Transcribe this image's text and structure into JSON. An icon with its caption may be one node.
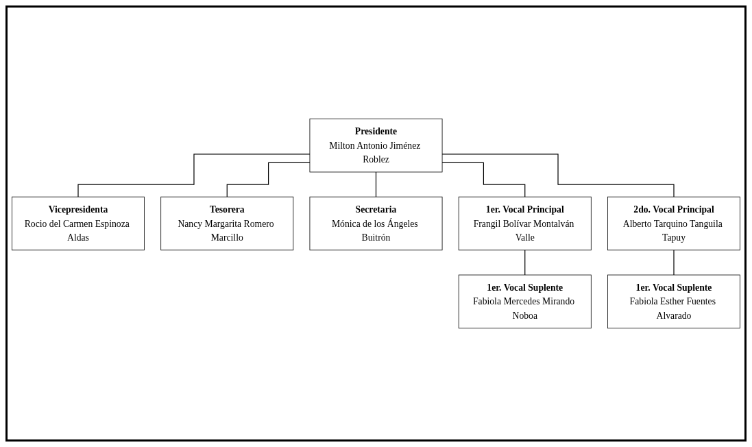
{
  "diagram": {
    "nodes": [
      {
        "text": [
          "Presidente",
          "Milton Antonio Jiménez Roblez"
        ]
      },
      {
        "text": [
          "Vicepresidenta",
          "Rocio del Carmen Espinoza Aldas"
        ]
      },
      {
        "text": [
          "Tesorera",
          "Nancy Margarita Romero Marcillo"
        ]
      },
      {
        "text": [
          "Secretaria",
          "Mónica de los Ángeles Buitrón"
        ]
      },
      {
        "text": [
          "1er. Vocal Principal",
          "Frangil Bolívar Montalván Valle"
        ]
      },
      {
        "text": [
          "2do. Vocal Principal",
          "Alberto Tarquino Tanguila Tapuy"
        ]
      },
      {
        "text": [
          "1er. Vocal Suplente",
          "Fabiola Mercedes Mirando Noboa"
        ]
      },
      {
        "text": [
          "1er. Vocal Suplente",
          "Fabiola Esther Fuentes Alvarado"
        ]
      }
    ],
    "edges": [
      {
        "from": 0,
        "to": 1,
        "arrow": "none"
      },
      {
        "from": 0,
        "to": 2,
        "arrow": "none"
      },
      {
        "from": 0,
        "to": 3,
        "arrow": "none"
      },
      {
        "from": 0,
        "to": 4,
        "arrow": "none"
      },
      {
        "from": 0,
        "to": 5,
        "arrow": "none"
      },
      {
        "from": 4,
        "to": 6,
        "arrow": "none"
      },
      {
        "from": 5,
        "to": 7,
        "arrow": "none"
      }
    ]
  }
}
